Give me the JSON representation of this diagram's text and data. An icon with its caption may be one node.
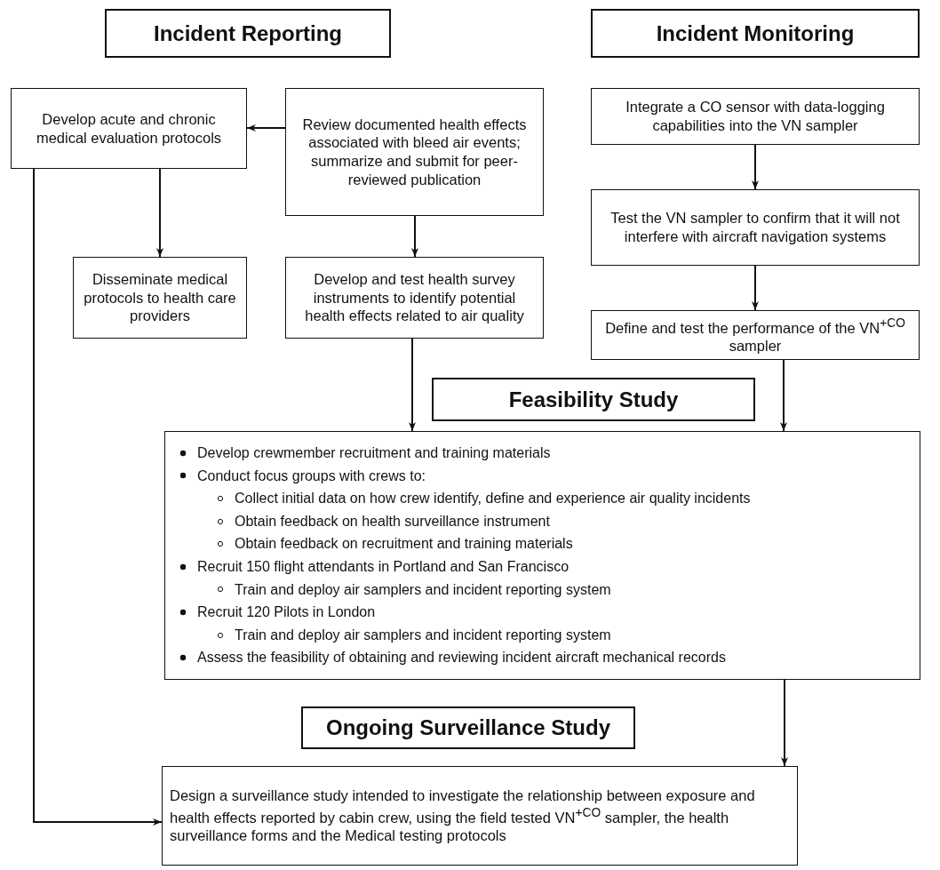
{
  "diagram": {
    "nodes": [
      {
        "text": [
          "Incident Reporting"
        ]
      },
      {
        "text": [
          "Incident Monitoring"
        ]
      },
      {
        "text": [
          "Develop acute and chronic medical evaluation protocols"
        ]
      },
      {
        "text": [
          "Review documented health effects associated with bleed air events; summarize and submit for peer-reviewed publication"
        ]
      },
      {
        "text": [
          "Disseminate medical protocols to health care providers"
        ]
      },
      {
        "text": [
          "Develop and test health survey instruments to identify potential health effects related to air quality"
        ]
      },
      {
        "text": [
          "Integrate a CO sensor with data-logging capabilities into the VN sampler"
        ]
      },
      {
        "text": [
          "Test the VN sampler to confirm that it will not interfere with aircraft navigation systems"
        ]
      },
      {
        "text": [
          "Define and test the performance of the VN$^{+CO}$ sampler"
        ]
      },
      {
        "text": [
          "Feasibility Study"
        ]
      },
      {
        "text": [
          "Develop crewmember recruitment and training materials",
          "Conduct focus groups with crews to:",
          "Collect initial data on how crew identify, define and experience air quality incidents",
          "Obtain feedback on health surveillance instrument",
          "Obtain feedback on recruitment and training materials",
          "Recruit 150 flight attendants in Portland and San Francisco",
          "Train and deploy air samplers and incident reporting system",
          "Recruit 120 Pilots in London",
          "Train and deploy air samplers and incident reporting system",
          "Assess the feasibility of obtaining and reviewing incident aircraft mechanical records"
        ]
      },
      {
        "text": [
          "Ongoing Surveillance Study"
        ]
      },
      {
        "text": [
          "Design a surveillance study intended to investigate the relationship between exposure and health effects reported by cabin crew, using the field tested VN$^{+CO}$ sampler, the health surveillance forms and the Medical testing protocols"
        ]
      }
    ],
    "edges": [
      {
        "from": 3,
        "to": 2,
        "arrow": "to"
      },
      {
        "from": 2,
        "to": 4,
        "arrow": "to"
      },
      {
        "from": 3,
        "to": 5,
        "arrow": "to"
      },
      {
        "from": 6,
        "to": 7,
        "arrow": "to"
      },
      {
        "from": 7,
        "to": 8,
        "arrow": "to"
      },
      {
        "from": 5,
        "to": 10,
        "arrow": "to"
      },
      {
        "from": 8,
        "to": 10,
        "arrow": "to"
      },
      {
        "from": 10,
        "to": 12,
        "arrow": "to"
      },
      {
        "from": 2,
        "to": 12,
        "arrow": "to"
      }
    ]
  }
}
